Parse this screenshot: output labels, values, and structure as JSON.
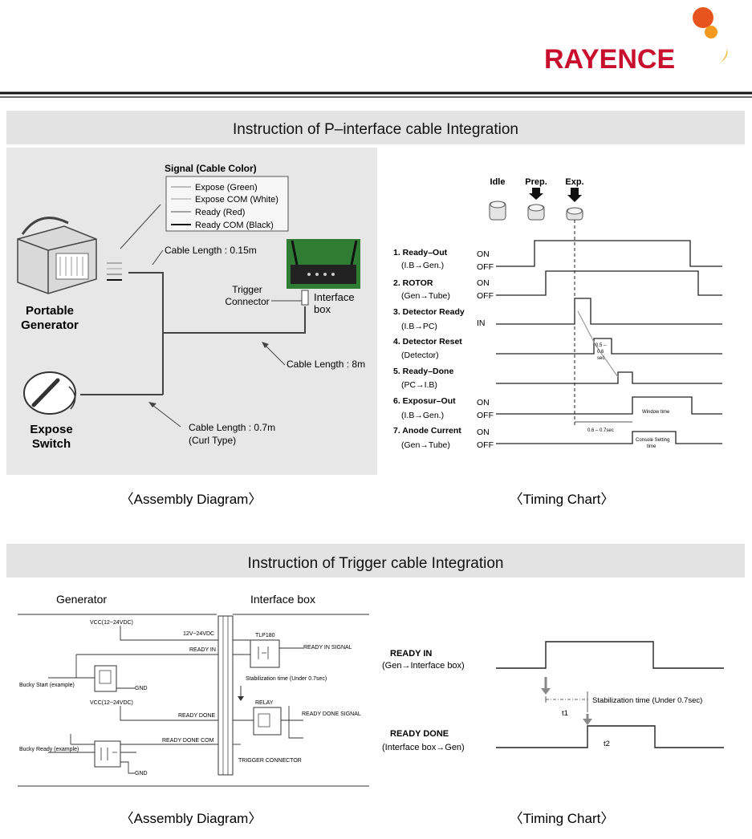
{
  "logo": {
    "text": "RAYENCE",
    "color": "#c8102e",
    "accent": "#f29a1f"
  },
  "section1": {
    "title": "Instruction of P–interface cable Integration",
    "assembly": {
      "signal_title": "Signal (Cable Color)",
      "legend": [
        "Expose (Green)",
        "Expose COM (White)",
        "Ready (Red)",
        "Ready COM (Black)"
      ],
      "portable_generator": [
        "Portable",
        "Generator"
      ],
      "expose_switch": [
        "Expose",
        "Switch"
      ],
      "cable_015": "Cable Length : 0.15m",
      "trigger_connector": [
        "Trigger",
        "Connector"
      ],
      "interface_box": [
        "Interface",
        "box"
      ],
      "cable_8m": "Cable Length : 8m",
      "cable_07": [
        "Cable Length : 0.7m",
        "(Curl Type)"
      ]
    },
    "timing": {
      "states": [
        "Idle",
        "Prep.",
        "Exp."
      ],
      "signals": [
        {
          "name": "1. Ready–Out",
          "sub": "(I.B→Gen.)",
          "levels": [
            "ON",
            "OFF"
          ]
        },
        {
          "name": "2. ROTOR",
          "sub": "(Gen→Tube)",
          "levels": [
            "ON",
            "OFF"
          ]
        },
        {
          "name": "3. Detector Ready",
          "sub": "(I.B→PC)",
          "levels": [
            "IN"
          ]
        },
        {
          "name": "4. Detector Reset",
          "sub": "(Detector)",
          "levels": []
        },
        {
          "name": "5. Ready–Done",
          "sub": "(PC→I.B)",
          "levels": []
        },
        {
          "name": "6. Exposur–Out",
          "sub": "(I.B→Gen.)",
          "levels": [
            "ON",
            "OFF"
          ]
        },
        {
          "name": "7. Anode Current",
          "sub": "(Gen→Tube)",
          "levels": [
            "ON",
            "OFF"
          ]
        }
      ],
      "note_reset": [
        "0.5 –",
        "0.6",
        "sec"
      ],
      "window_time": "Window time",
      "delay": "0.6 – 0.7sec",
      "console_setting": [
        "Console Setting",
        "time"
      ]
    },
    "caption_left": "〈Assembly Diagram〉",
    "caption_right": "〈Timing Chart〉"
  },
  "section2": {
    "title": "Instruction of Trigger cable Integration",
    "assembly": {
      "generator": "Generator",
      "interface_box": "Interface box",
      "vcc1": "VCC(12~24VDC)",
      "vcc2": "VCC(12~24VDC)",
      "v12": "12V~24VDC",
      "ready_in": "READY IN",
      "tlp180": "TLP180",
      "ready_in_signal": "READY IN SIGNAL",
      "bucky_start": "Bucky Start (example)",
      "gnd1": "GND",
      "stabilization": "Stabilization time (Under 0.7sec)",
      "relay": "RELAY",
      "ready_done": "READY DONE",
      "ready_done_signal": "READY DONE SIGNAL",
      "ready_done_com": "READY DONE COM",
      "bucky_ready": "Bucky Ready (example)",
      "gnd2": "GND",
      "trigger_connector": "TRIGGER CONNECTOR"
    },
    "timing": {
      "ready_in": [
        "READY IN",
        "(Gen→Interface box)"
      ],
      "stabilization": "Stabilization time (Under 0.7sec)",
      "t1": "t1",
      "ready_done": [
        "READY DONE",
        "(Interface box→Gen)"
      ],
      "t2": "t2"
    },
    "caption_left": "〈Assembly Diagram〉",
    "caption_right": "〈Timing Chart〉"
  }
}
